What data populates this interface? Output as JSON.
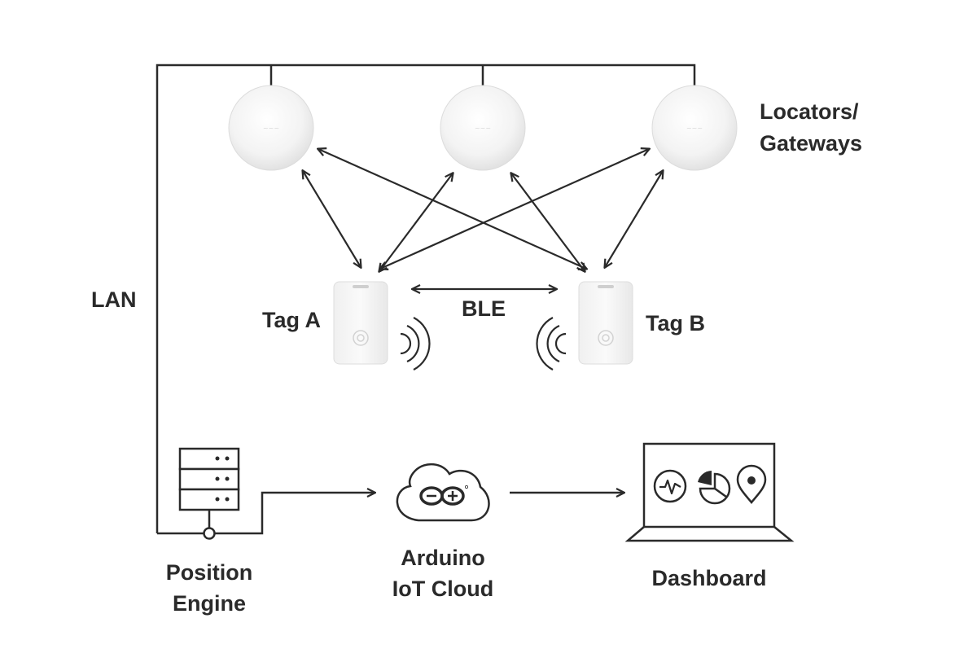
{
  "labels": {
    "locators_line1": "Locators/",
    "locators_line2": "Gateways",
    "lan": "LAN",
    "tag_a": "Tag A",
    "tag_b": "Tag B",
    "ble": "BLE",
    "position_engine_line1": "Position",
    "position_engine_line2": "Engine",
    "cloud_line1": "Arduino",
    "cloud_line2": "IoT Cloud",
    "dashboard": "Dashboard"
  },
  "colors": {
    "stroke": "#2a2a2a",
    "device_fill": "#f4f4f4",
    "background": "#ffffff"
  },
  "icons": [
    "locator-device",
    "tag-device",
    "server-icon",
    "cloud-icon",
    "arduino-logo-icon",
    "laptop-icon",
    "activity-icon",
    "pie-chart-icon",
    "map-pin-icon",
    "signal-waves-icon"
  ]
}
